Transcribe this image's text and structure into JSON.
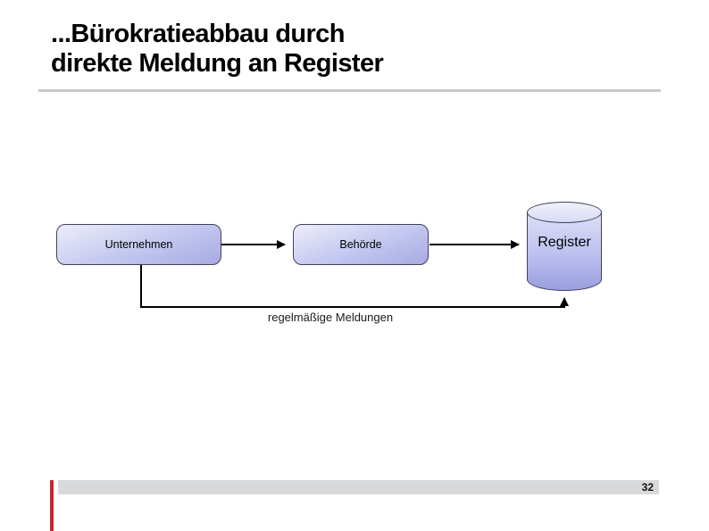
{
  "slide": {
    "title": {
      "line1": "...Bürokratieabbau durch",
      "line2": "direkte Meldung an Register"
    },
    "page_number": "32"
  },
  "diagram": {
    "nodes": [
      {
        "id": "unternehmen",
        "label": "Unternehmen",
        "shape": "rounded-rectangle"
      },
      {
        "id": "behoerde",
        "label": "Behörde",
        "shape": "rounded-rectangle"
      },
      {
        "id": "register",
        "label": "Register",
        "shape": "cylinder"
      }
    ],
    "edges": [
      {
        "from": "unternehmen",
        "to": "behoerde",
        "type": "arrow",
        "label": ""
      },
      {
        "from": "behoerde",
        "to": "register",
        "type": "arrow",
        "label": ""
      },
      {
        "from": "unternehmen",
        "to": "register",
        "type": "elbow-arrow",
        "label": "regelmäßige Meldungen"
      }
    ]
  },
  "colors": {
    "node_fill_light": "#edeefa",
    "node_fill_dark": "#a6aae3",
    "node_border": "#41415c",
    "connector": "#000000",
    "accent_red": "#c9262c",
    "footer_bar_gray": "#d8d9db",
    "title_rule_gray": "#c9c9c9"
  }
}
